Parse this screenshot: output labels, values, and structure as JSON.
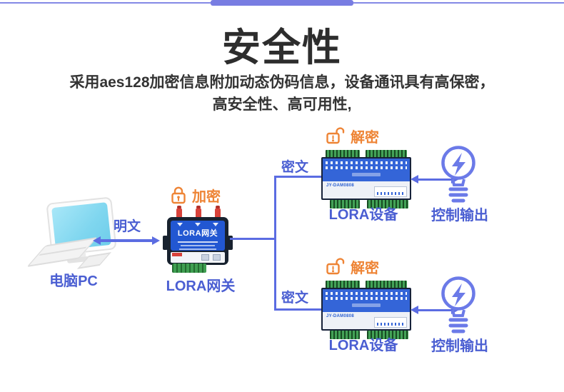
{
  "header": {
    "title": "安全性",
    "subtitle_line1": "采用aes128加密信息附加动态伪码信息，设备通讯具有高保密，",
    "subtitle_line2": "高安全性、高可用性,"
  },
  "diagram": {
    "pc_label": "电脑PC",
    "plaintext_label": "明文",
    "encrypt_label": "加密",
    "gateway_label": "LORA网关",
    "gateway_panel_title": "LORA网关",
    "branch_top": {
      "cipher_label": "密文",
      "decrypt_label": "解密",
      "device_label": "LORA设备",
      "device_board_text": "JY-DAM0808",
      "output_label": "控制输出"
    },
    "branch_bottom": {
      "cipher_label": "密文",
      "decrypt_label": "解密",
      "device_label": "LORA设备",
      "device_board_text": "JY-DAM0808",
      "output_label": "控制输出"
    }
  },
  "colors": {
    "title_text": "#2d2d2d",
    "blue_label_text": "#4a5ed2",
    "line_blue": "#5b6ce2",
    "lock_orange": "#ee8435",
    "gateway_panel_blue": "#2257d2",
    "pcb_blue": "#3465d8",
    "terminal_green": "#43a257",
    "antenna_red": "#d8423a",
    "screen_cyan": "#7fd6ef",
    "top_bar_purple": "#787de2"
  }
}
